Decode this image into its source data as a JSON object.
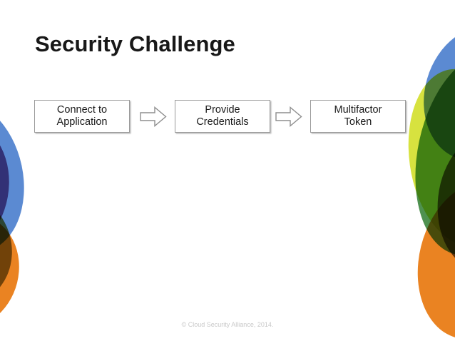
{
  "slide": {
    "title": "Security Challenge",
    "footer": "© Cloud Security Alliance, 2014."
  },
  "flow": {
    "steps": [
      {
        "line1": "Connect to",
        "line2": "Application"
      },
      {
        "line1": "Provide",
        "line2": "Credentials"
      },
      {
        "line1": "Multifactor",
        "line2": "Token"
      }
    ],
    "arrows": [
      {
        "name": "arrow-right-icon"
      },
      {
        "name": "arrow-right-icon"
      }
    ]
  },
  "colors": {
    "blue": "#5b8ad2",
    "purple": "#8b5a8f",
    "green": "#4f9150",
    "lime": "#d7e23f",
    "orange": "#ea8322",
    "olive": "#7b8040",
    "dark_olive": "#6b6340",
    "box_border": "#9a9a9a",
    "title_text": "#181818",
    "body_text": "#1a1a1a",
    "footer_text": "#c9c9c9",
    "background": "#ffffff"
  }
}
